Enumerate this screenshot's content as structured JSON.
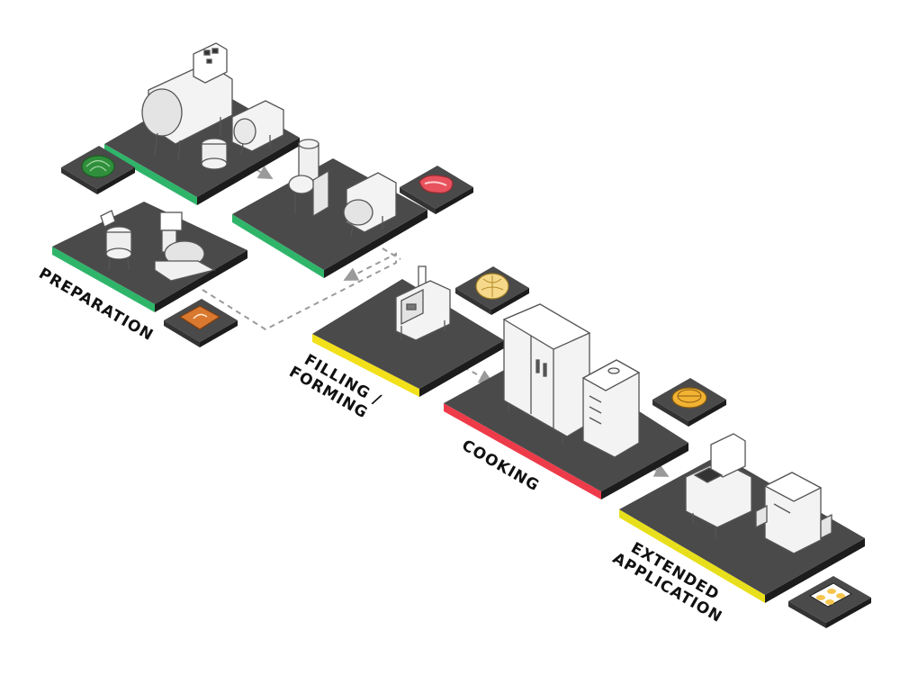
{
  "stages": {
    "preparation": {
      "label": "PREPARATION",
      "color": "#2fb56a"
    },
    "filling": {
      "label_line1": "FILLING /",
      "label_line2": "FORMING",
      "color": "#f2e01a"
    },
    "cooking": {
      "label": "COOKING",
      "color": "#ee3b4a"
    },
    "extended": {
      "label_line1": "EXTENDED",
      "label_line2": "APPLICATION",
      "color": "#e8df1c"
    }
  },
  "colors": {
    "platform_top": "#4a4a4a",
    "platform_side": "#1c1c1c",
    "machine_fill": "#f3f3f3",
    "machine_stroke": "#555555",
    "connector": "#9a9a9a"
  },
  "icons": [
    "cabbage-icon",
    "meat-icon",
    "flour-bag-icon",
    "bun-icon",
    "steamer-basket-icon",
    "dumpling-tray-icon"
  ]
}
